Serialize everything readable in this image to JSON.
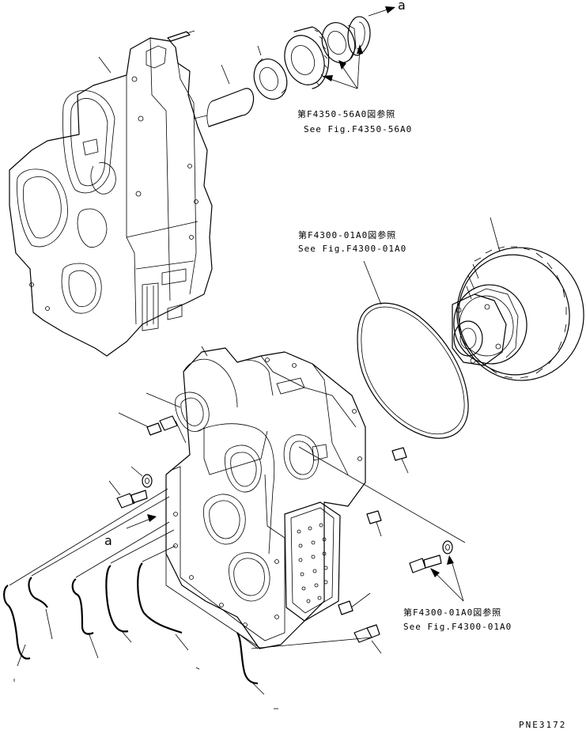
{
  "callouts": {
    "ref_top_jp": "第F4350-56A0図参照",
    "ref_top_en": "See Fig.F4350-56A0",
    "ref_mid_jp": "第F4300-01A0図参照",
    "ref_mid_en": "See Fig.F4300-01A0",
    "ref_bot_jp": "第F4300-01A0図参照",
    "ref_bot_en": "See Fig.F4300-01A0"
  },
  "markers": {
    "a_top": "a",
    "a_left": "a"
  },
  "drawing_code": "PNE3172"
}
